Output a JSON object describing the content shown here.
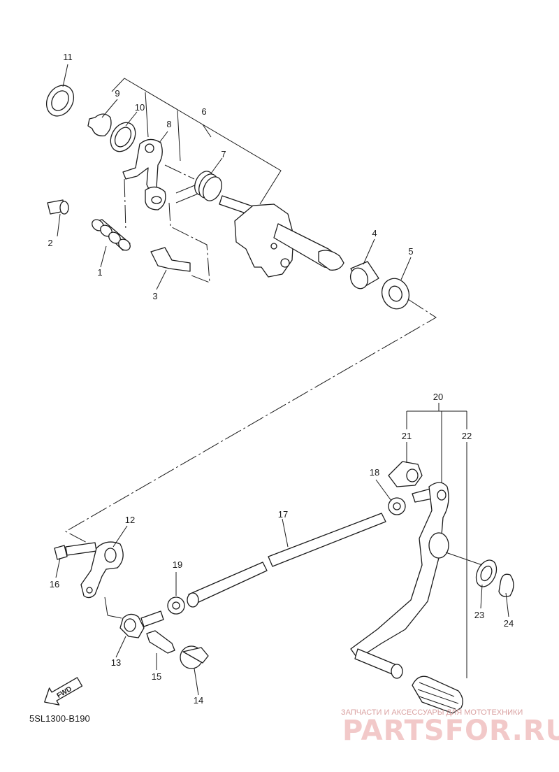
{
  "diagram": {
    "drawing_code": "5SL1300-B190",
    "fwd_label": "FWD",
    "watermark_tagline": "ЗАПЧАСТИ И АКСЕССУАРЫ ДЛЯ МОТОТЕХНИКИ",
    "watermark_brand": "PARTSFOR.RU",
    "callouts": [
      "1",
      "2",
      "3",
      "4",
      "5",
      "6",
      "7",
      "8",
      "9",
      "10",
      "11",
      "12",
      "13",
      "14",
      "15",
      "16",
      "17",
      "18",
      "19",
      "20",
      "21",
      "22",
      "23",
      "24"
    ]
  }
}
